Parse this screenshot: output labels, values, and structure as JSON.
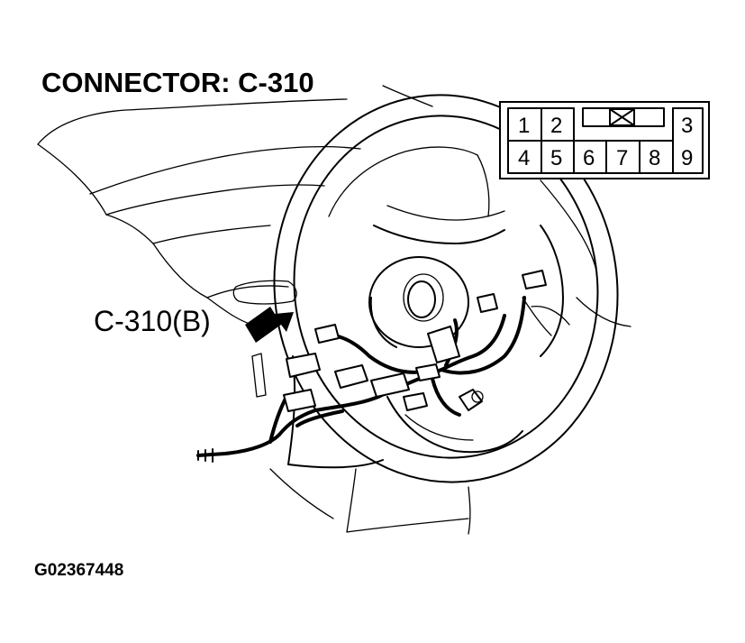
{
  "diagram": {
    "title": "CONNECTOR: C-310",
    "callout_label": "C-310(B)",
    "figure_code": "G02367448",
    "connector_face": {
      "top_row_pins": [
        "1",
        "2",
        "3"
      ],
      "bottom_row_pins": [
        "4",
        "5",
        "6",
        "7",
        "8",
        "9"
      ]
    }
  }
}
